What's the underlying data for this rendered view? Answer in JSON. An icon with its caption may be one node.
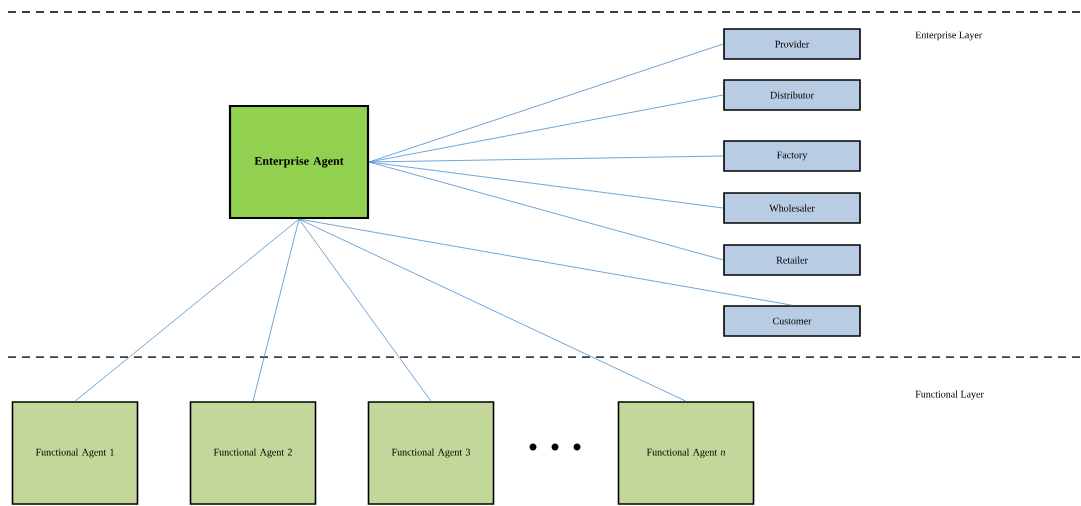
{
  "diagram": {
    "nodes": [
      {
        "text": [
          "Enterprise Agent"
        ]
      },
      {
        "text": [
          "Provider"
        ]
      },
      {
        "text": [
          "Distributor"
        ]
      },
      {
        "text": [
          "Factory"
        ]
      },
      {
        "text": [
          "Wholesaler"
        ]
      },
      {
        "text": [
          "Retailer"
        ]
      },
      {
        "text": [
          "Customer"
        ]
      },
      {
        "text": [
          "Functional Agent 1"
        ]
      },
      {
        "text": [
          "Functional Agent 2"
        ]
      },
      {
        "text": [
          "Functional Agent 3"
        ]
      },
      {
        "text": [
          "Functional Agent *n*"
        ]
      }
    ],
    "edges": [
      {
        "from": 0,
        "to": 1,
        "arrow": "none"
      },
      {
        "from": 0,
        "to": 2,
        "arrow": "none"
      },
      {
        "from": 0,
        "to": 3,
        "arrow": "none"
      },
      {
        "from": 0,
        "to": 4,
        "arrow": "none"
      },
      {
        "from": 0,
        "to": 5,
        "arrow": "none"
      },
      {
        "from": 0,
        "to": 6,
        "arrow": "none"
      },
      {
        "from": 0,
        "to": 7,
        "arrow": "none"
      },
      {
        "from": 0,
        "to": 8,
        "arrow": "none"
      },
      {
        "from": 0,
        "to": 9,
        "arrow": "none"
      },
      {
        "from": 0,
        "to": 10,
        "arrow": "none"
      }
    ],
    "labels": [
      "Enterprise Layer",
      "Functional Layer"
    ]
  }
}
